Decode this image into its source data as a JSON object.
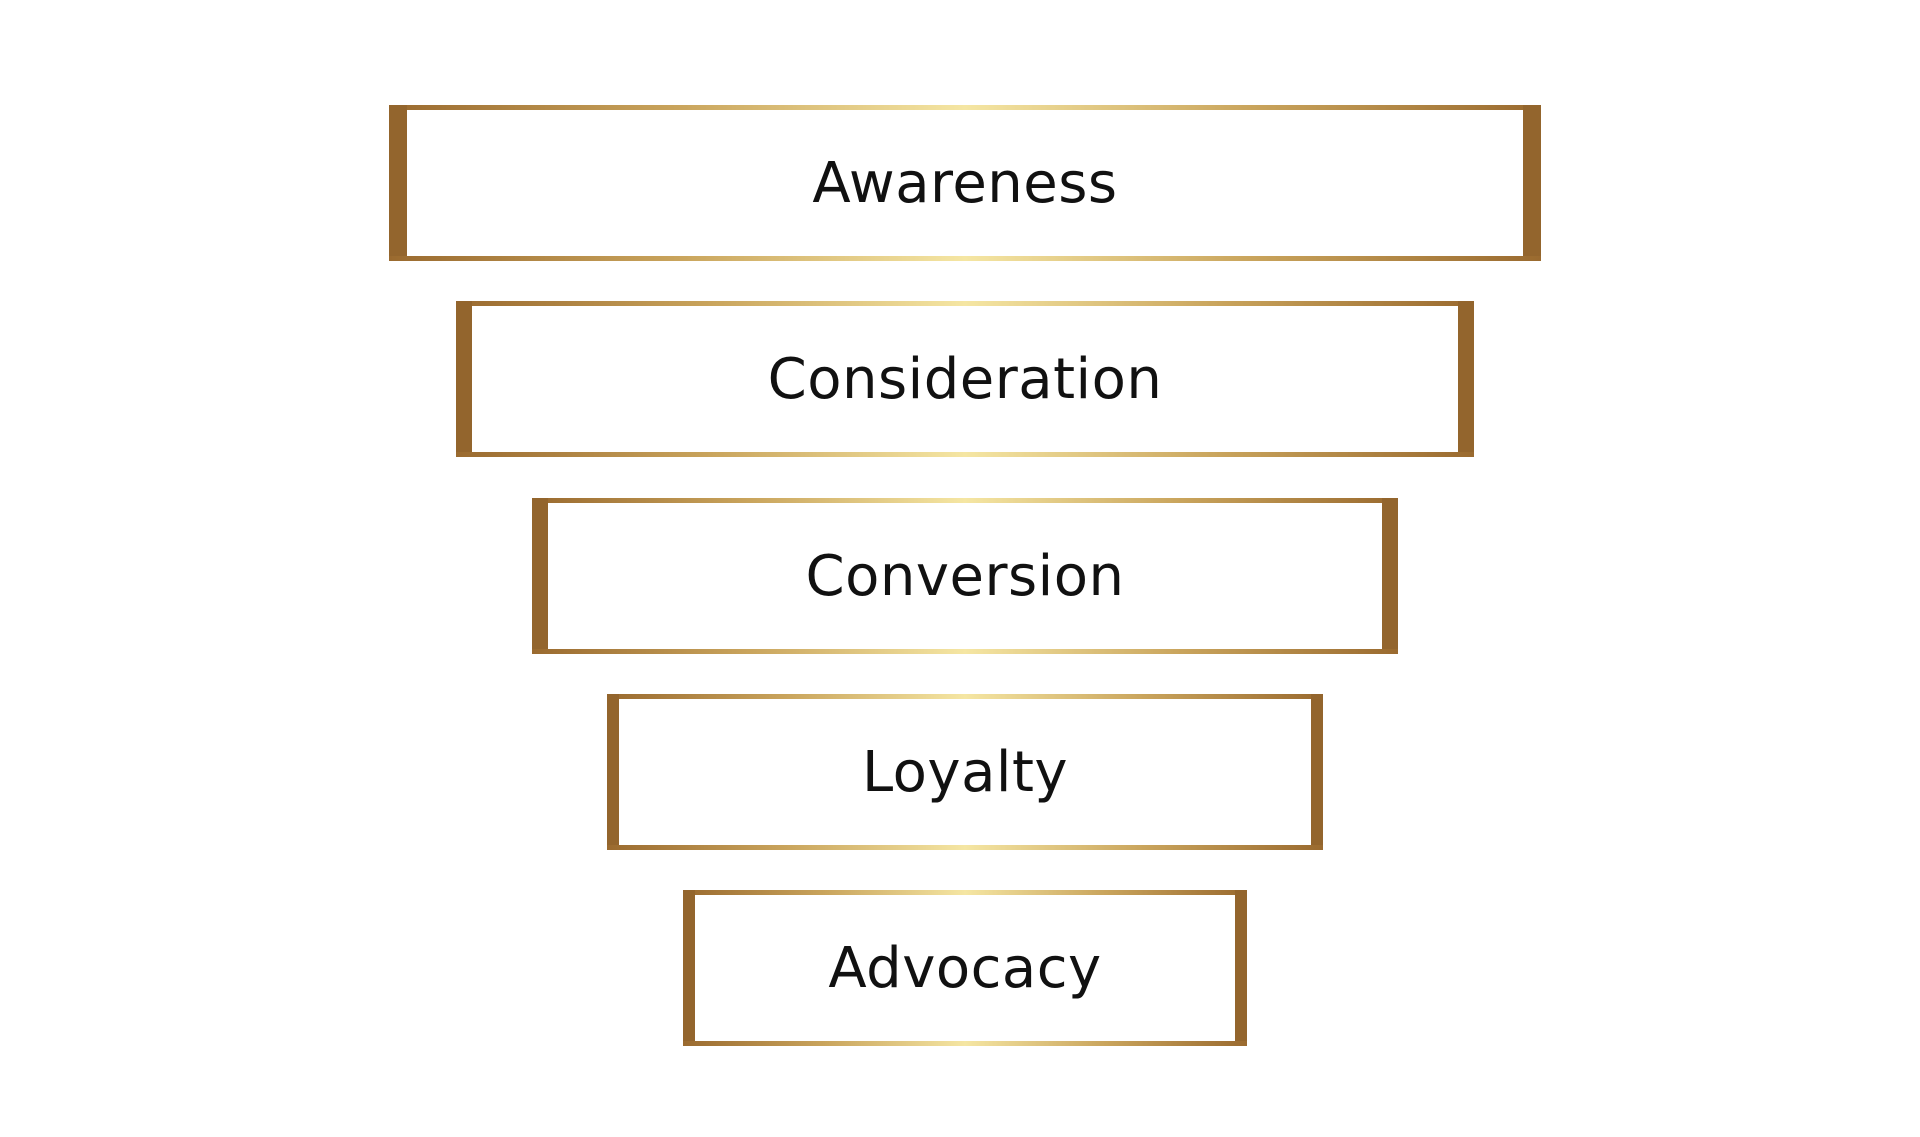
{
  "funnel": {
    "stages": [
      {
        "label": "Awareness"
      },
      {
        "label": "Consideration"
      },
      {
        "label": "Conversion"
      },
      {
        "label": "Loyalty"
      },
      {
        "label": "Advocacy"
      }
    ]
  },
  "colors": {
    "bronze": "#93652d",
    "gold_light": "#f5e6a3",
    "gold_mid": "#c9a45c",
    "text": "#111111",
    "background": "#ffffff"
  }
}
